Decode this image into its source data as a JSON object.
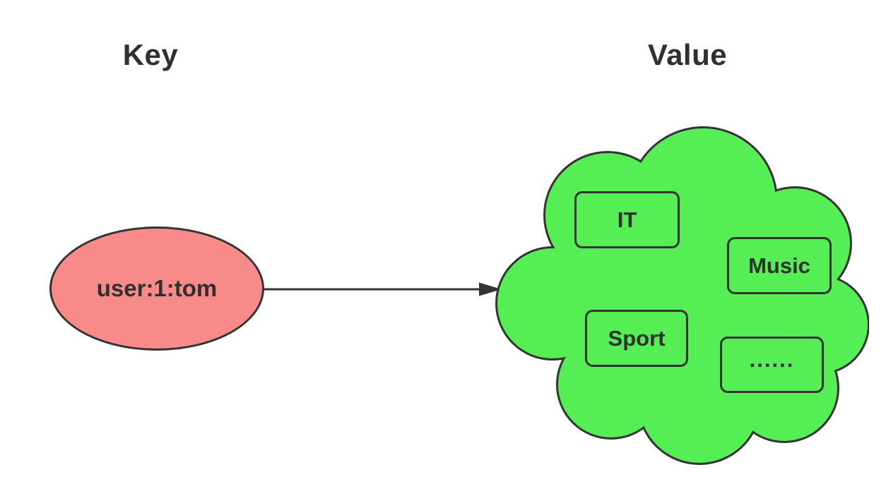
{
  "diagram": {
    "key_column_title": "Key",
    "value_column_title": "Value",
    "key_node": {
      "label": "user:1:tom",
      "shape": "ellipse"
    },
    "arrow": {
      "from": "key_node",
      "to": "value_cloud",
      "direction": "right"
    },
    "value_cloud": {
      "shape": "cloud",
      "items": [
        {
          "label": "IT"
        },
        {
          "label": "Music"
        },
        {
          "label": "Sport"
        },
        {
          "label": "......"
        }
      ]
    }
  },
  "colors": {
    "background": "#FFFFFF",
    "key_node_fill": "#F98A8A",
    "value_cloud_fill": "#55EE55",
    "outline": "#333333",
    "text": "#303030"
  }
}
